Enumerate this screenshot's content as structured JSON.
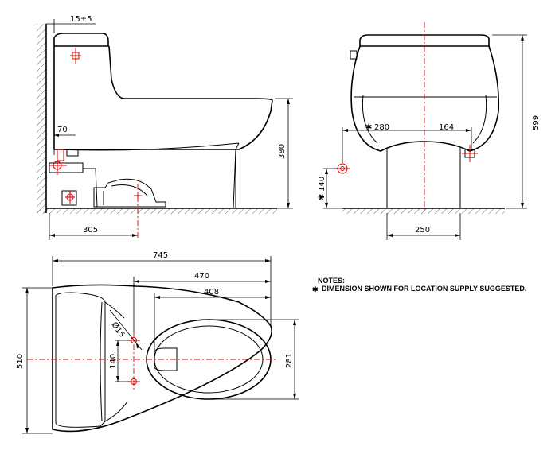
{
  "dimensions": {
    "gap": "15±5",
    "supply_offset": "70",
    "height_380": "380",
    "rough_in": "305",
    "width_280": "280",
    "width_164": "164",
    "supply_height": "140",
    "base_250": "250",
    "height_599": "599",
    "length_745": "745",
    "len_470": "470",
    "len_408": "408",
    "hole_dia": "Ø15",
    "hole_spacing": "140",
    "width_510": "510",
    "bowl_281": "281"
  },
  "notes": {
    "title": "NOTES:",
    "star": "✱",
    "line1": "DIMENSION SHOWN FOR LOCATION SUPPLY SUGGESTED.",
    "star280": "✱",
    "star140": "✱"
  },
  "colors": {
    "line": "#000000",
    "centerline": "#e00000"
  }
}
